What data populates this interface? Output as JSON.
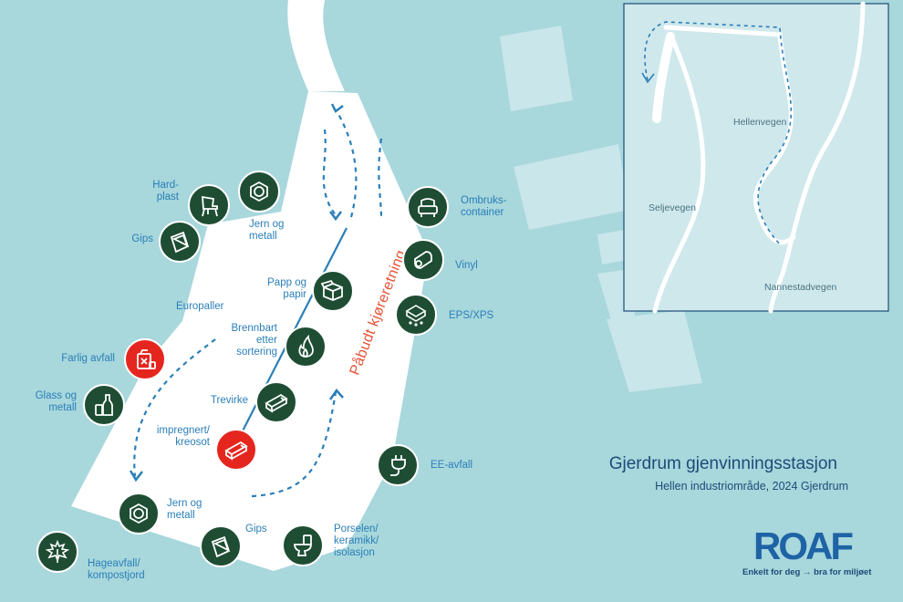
{
  "map": {
    "title": "Gjerdrum gjenvinningsstasjon",
    "subtitle": "Hellen industriområde, 2024 Gjerdrum",
    "direction_label": "Påbudt kjøreretning",
    "logo": {
      "text": "ROAF",
      "tagline": "Enkelt for deg → bra for miljøet"
    },
    "colors": {
      "sea": "#a8d7dc",
      "land": "#ffffff",
      "recycle": "#1e4d33",
      "hazard": "#e5261f",
      "label": "#2a7fb8",
      "route": "#2a7fb8"
    }
  },
  "stations": [
    {
      "id": "hardplast",
      "label": "Hard-\nplast",
      "icon": "chair-icon",
      "hazard": false
    },
    {
      "id": "jern1",
      "label": "Jern og\nmetall",
      "icon": "hex-nut-icon",
      "hazard": false
    },
    {
      "id": "gips1",
      "label": "Gips",
      "icon": "gypsum-board-icon",
      "hazard": false
    },
    {
      "id": "ombruk",
      "label": "Ombruks-\ncontainer",
      "icon": "armchair-icon",
      "hazard": false
    },
    {
      "id": "vinyl",
      "label": "Vinyl",
      "icon": "vinyl-roll-icon",
      "hazard": false
    },
    {
      "id": "eps",
      "label": "EPS/XPS",
      "icon": "eps-block-icon",
      "hazard": false
    },
    {
      "id": "europaller",
      "label": "Europaller",
      "icon": "",
      "hazard": false
    },
    {
      "id": "papp",
      "label": "Papp og\npapir",
      "icon": "cardboard-box-icon",
      "hazard": false
    },
    {
      "id": "brennbart",
      "label": "Brennbart\netter\nsortering",
      "icon": "flame-icon",
      "hazard": false
    },
    {
      "id": "farlig",
      "label": "Farlig avfall",
      "icon": "hazard-canister-icon",
      "hazard": true
    },
    {
      "id": "glass",
      "label": "Glass og\nmetall",
      "icon": "bottles-icon",
      "hazard": false
    },
    {
      "id": "trevirke",
      "label": "Trevirke",
      "icon": "wood-plank-icon",
      "hazard": false
    },
    {
      "id": "impregnert",
      "label": "impregnert/\nkreosot",
      "icon": "impregnated-wood-icon",
      "hazard": true
    },
    {
      "id": "ee",
      "label": "EE-avfall",
      "icon": "plug-icon",
      "hazard": false
    },
    {
      "id": "jern2",
      "label": "Jern og\nmetall",
      "icon": "hex-nut-icon",
      "hazard": false
    },
    {
      "id": "gips2",
      "label": "Gips",
      "icon": "gypsum-board-icon",
      "hazard": false
    },
    {
      "id": "porselen",
      "label": "Porselen/\nkeramikk/\nisolasjon",
      "icon": "toilet-icon",
      "hazard": false
    },
    {
      "id": "hage",
      "label": "Hageavfall/\nkompostjord",
      "icon": "leaf-icon",
      "hazard": false
    }
  ],
  "inset": {
    "roads": [
      "Hellenvegen",
      "Seljevegen",
      "Nannestadvegen"
    ]
  }
}
